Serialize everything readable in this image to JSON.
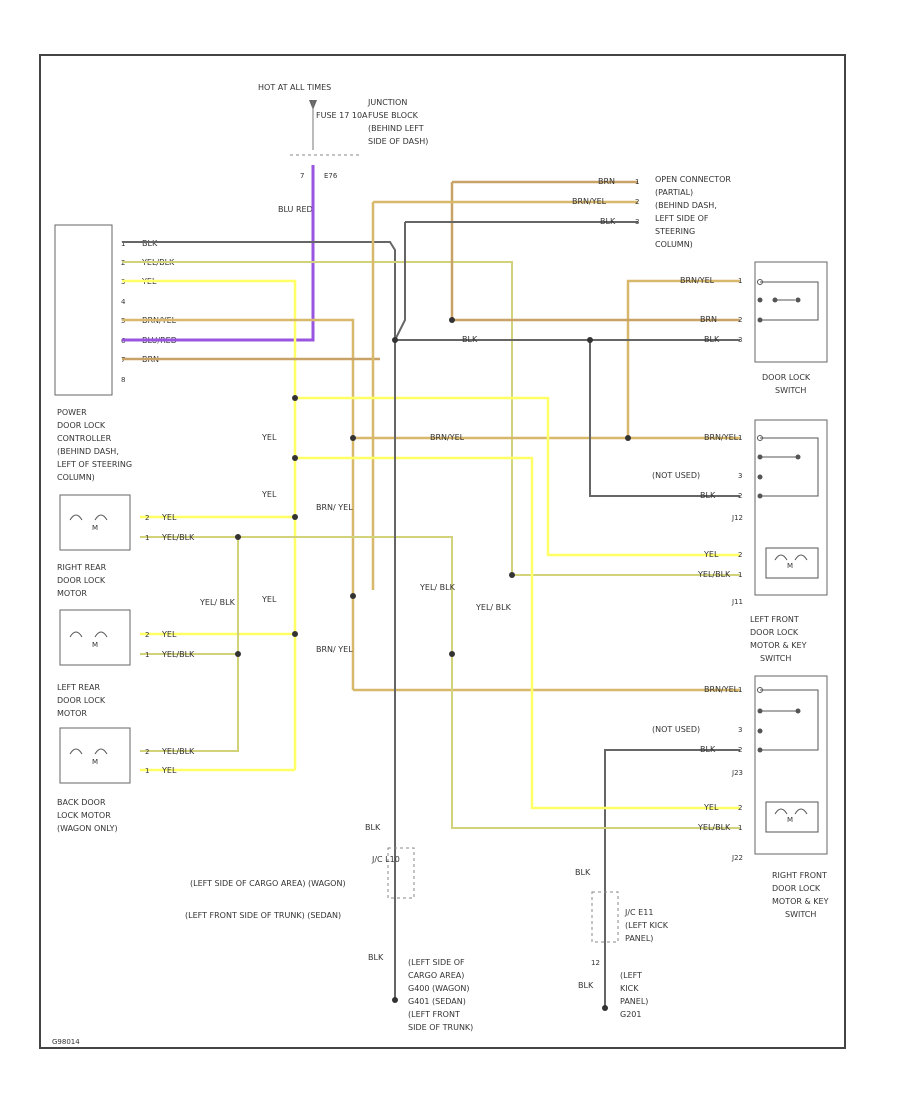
{
  "power_source": {
    "hot_label": "HOT AT ALL TIMES",
    "fuse_label": "FUSE 17 10A",
    "junction_label": [
      "JUNCTION",
      "FUSE BLOCK",
      "(BEHIND LEFT",
      "SIDE OF DASH)"
    ],
    "connector_pin": "7",
    "connector_id": "E76",
    "wire_color": "BLU RED"
  },
  "controller": {
    "pins": [
      "1",
      "2",
      "3",
      "4",
      "5",
      "6",
      "7",
      "8"
    ],
    "wires": [
      "BLK",
      "YEL/BLK",
      "YEL",
      "BRN/YEL",
      "BLU/RED",
      "BRN"
    ],
    "label": [
      "POWER",
      "DOOR LOCK",
      "CONTROLLER",
      "(BEHIND DASH,",
      "LEFT OF STEERING",
      "COLUMN)"
    ]
  },
  "open_connector": {
    "wires": [
      "BRN",
      "BRN/YEL",
      "BLK"
    ],
    "pins": [
      "1",
      "2",
      "3"
    ],
    "label": [
      "OPEN CONNECTOR",
      "(PARTIAL)",
      "(BEHIND DASH,",
      "LEFT SIDE OF",
      "STEERING",
      "COLUMN)"
    ]
  },
  "door_lock_switch": {
    "wires": [
      "BRN/YEL",
      "BRN",
      "BLK"
    ],
    "pins": [
      "1",
      "2",
      "3"
    ],
    "label": [
      "DOOR LOCK",
      "SWITCH"
    ]
  },
  "left_front": {
    "wires": [
      "BRN/YEL",
      "(NOT USED)",
      "BLK",
      "YEL",
      "YEL/BLK"
    ],
    "pins": [
      "1",
      "3",
      "2",
      "2",
      "1"
    ],
    "connector_top": "J12",
    "connector_bottom": "J11",
    "label": [
      "LEFT FRONT",
      "DOOR LOCK",
      "MOTOR & KEY",
      "SWITCH"
    ]
  },
  "right_front": {
    "wires": [
      "BRN/YEL",
      "(NOT USED)",
      "BLK",
      "YEL",
      "YEL/BLK"
    ],
    "pins": [
      "1",
      "3",
      "2",
      "2",
      "1"
    ],
    "connector_top": "J23",
    "connector_bottom": "J22",
    "label": [
      "RIGHT FRONT",
      "DOOR LOCK",
      "MOTOR & KEY",
      "SWITCH"
    ]
  },
  "right_rear": {
    "wires": [
      "YEL",
      "YEL/BLK"
    ],
    "pins": [
      "2",
      "1"
    ],
    "label": [
      "RIGHT REAR",
      "DOOR LOCK",
      "MOTOR"
    ]
  },
  "left_rear": {
    "wires": [
      "YEL",
      "YEL/BLK"
    ],
    "pins": [
      "2",
      "1"
    ],
    "label": [
      "LEFT REAR",
      "DOOR LOCK",
      "MOTOR"
    ]
  },
  "back_door": {
    "wires": [
      "YEL/BLK",
      "YEL"
    ],
    "pins": [
      "2",
      "1"
    ],
    "label": [
      "BACK DOOR",
      "LOCK MOTOR",
      "(WAGON ONLY)"
    ]
  },
  "mid_wire_labels": {
    "yel_a": "YEL",
    "yel_b": "YEL",
    "yel_c": "YEL",
    "yelblk_a": "YEL/ BLK",
    "brnyel_a": "BRN/ YEL",
    "brnyel_b": "BRN/ YEL",
    "brnyel_mid": "BRN/YEL",
    "yelblk_b": "YEL/ BLK",
    "yelblk_c": "YEL/ BLK",
    "blk_mid": "BLK"
  },
  "ground_left": {
    "wire_top": "BLK",
    "wire_bottom": "BLK",
    "connector": "J/C L10",
    "location_a": "(LEFT SIDE OF CARGO AREA) (WAGON)",
    "location_b": "(LEFT FRONT SIDE OF TRUNK) (SEDAN)",
    "ground_label": [
      "(LEFT SIDE OF",
      "CARGO AREA)",
      "G400 (WAGON)",
      "G401 (SEDAN)",
      "(LEFT FRONT",
      "SIDE OF TRUNK)"
    ]
  },
  "ground_right": {
    "wire_top": "BLK",
    "wire_bottom": "BLK",
    "pin": "12",
    "connector_label": [
      "J/C E11",
      "(LEFT KICK",
      "PANEL)"
    ],
    "ground_label": [
      "(LEFT",
      "KICK",
      "PANEL)",
      "G201"
    ]
  },
  "footer_code": "G98014"
}
